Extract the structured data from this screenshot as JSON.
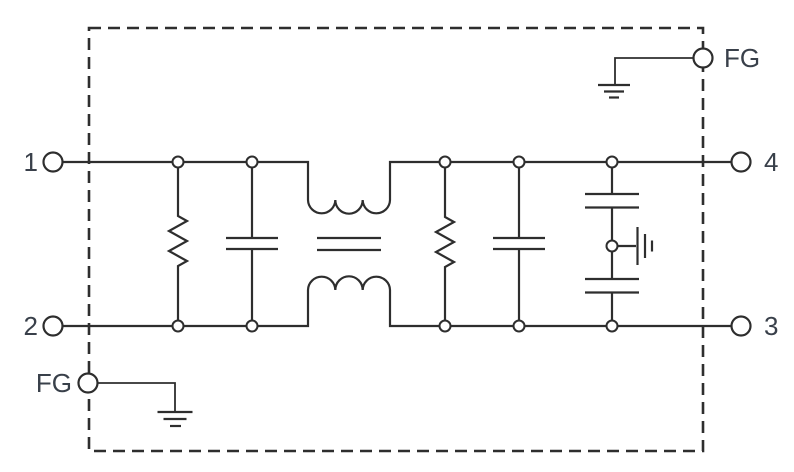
{
  "colors": {
    "line": "#2e2e2e",
    "text": "#39404a",
    "background": "#ffffff"
  },
  "enclosure": {
    "style": "dashed-outline"
  },
  "terminals": {
    "t1": {
      "label": "1",
      "side": "left-top"
    },
    "t2": {
      "label": "2",
      "side": "left-bottom"
    },
    "t3": {
      "label": "3",
      "side": "right-bottom"
    },
    "t4": {
      "label": "4",
      "side": "right-top"
    },
    "fg_top": {
      "label": "FG",
      "side": "top-right"
    },
    "fg_bottom": {
      "label": "FG",
      "side": "bottom-left"
    }
  },
  "components": [
    {
      "id": "input-shunt-resistor",
      "type": "resistor"
    },
    {
      "id": "input-shunt-capacitor",
      "type": "capacitor"
    },
    {
      "id": "common-mode-choke",
      "type": "coupled-inductor-with-core"
    },
    {
      "id": "output-shunt-resistor",
      "type": "resistor"
    },
    {
      "id": "output-shunt-capacitor",
      "type": "capacitor"
    },
    {
      "id": "y-capacitor-upper",
      "type": "capacitor"
    },
    {
      "id": "y-capacitor-lower",
      "type": "capacitor"
    },
    {
      "id": "y-capacitor-ground",
      "type": "earth-ground"
    },
    {
      "id": "fg-top-ground",
      "type": "earth-ground"
    },
    {
      "id": "fg-bottom-ground",
      "type": "earth-ground"
    }
  ]
}
